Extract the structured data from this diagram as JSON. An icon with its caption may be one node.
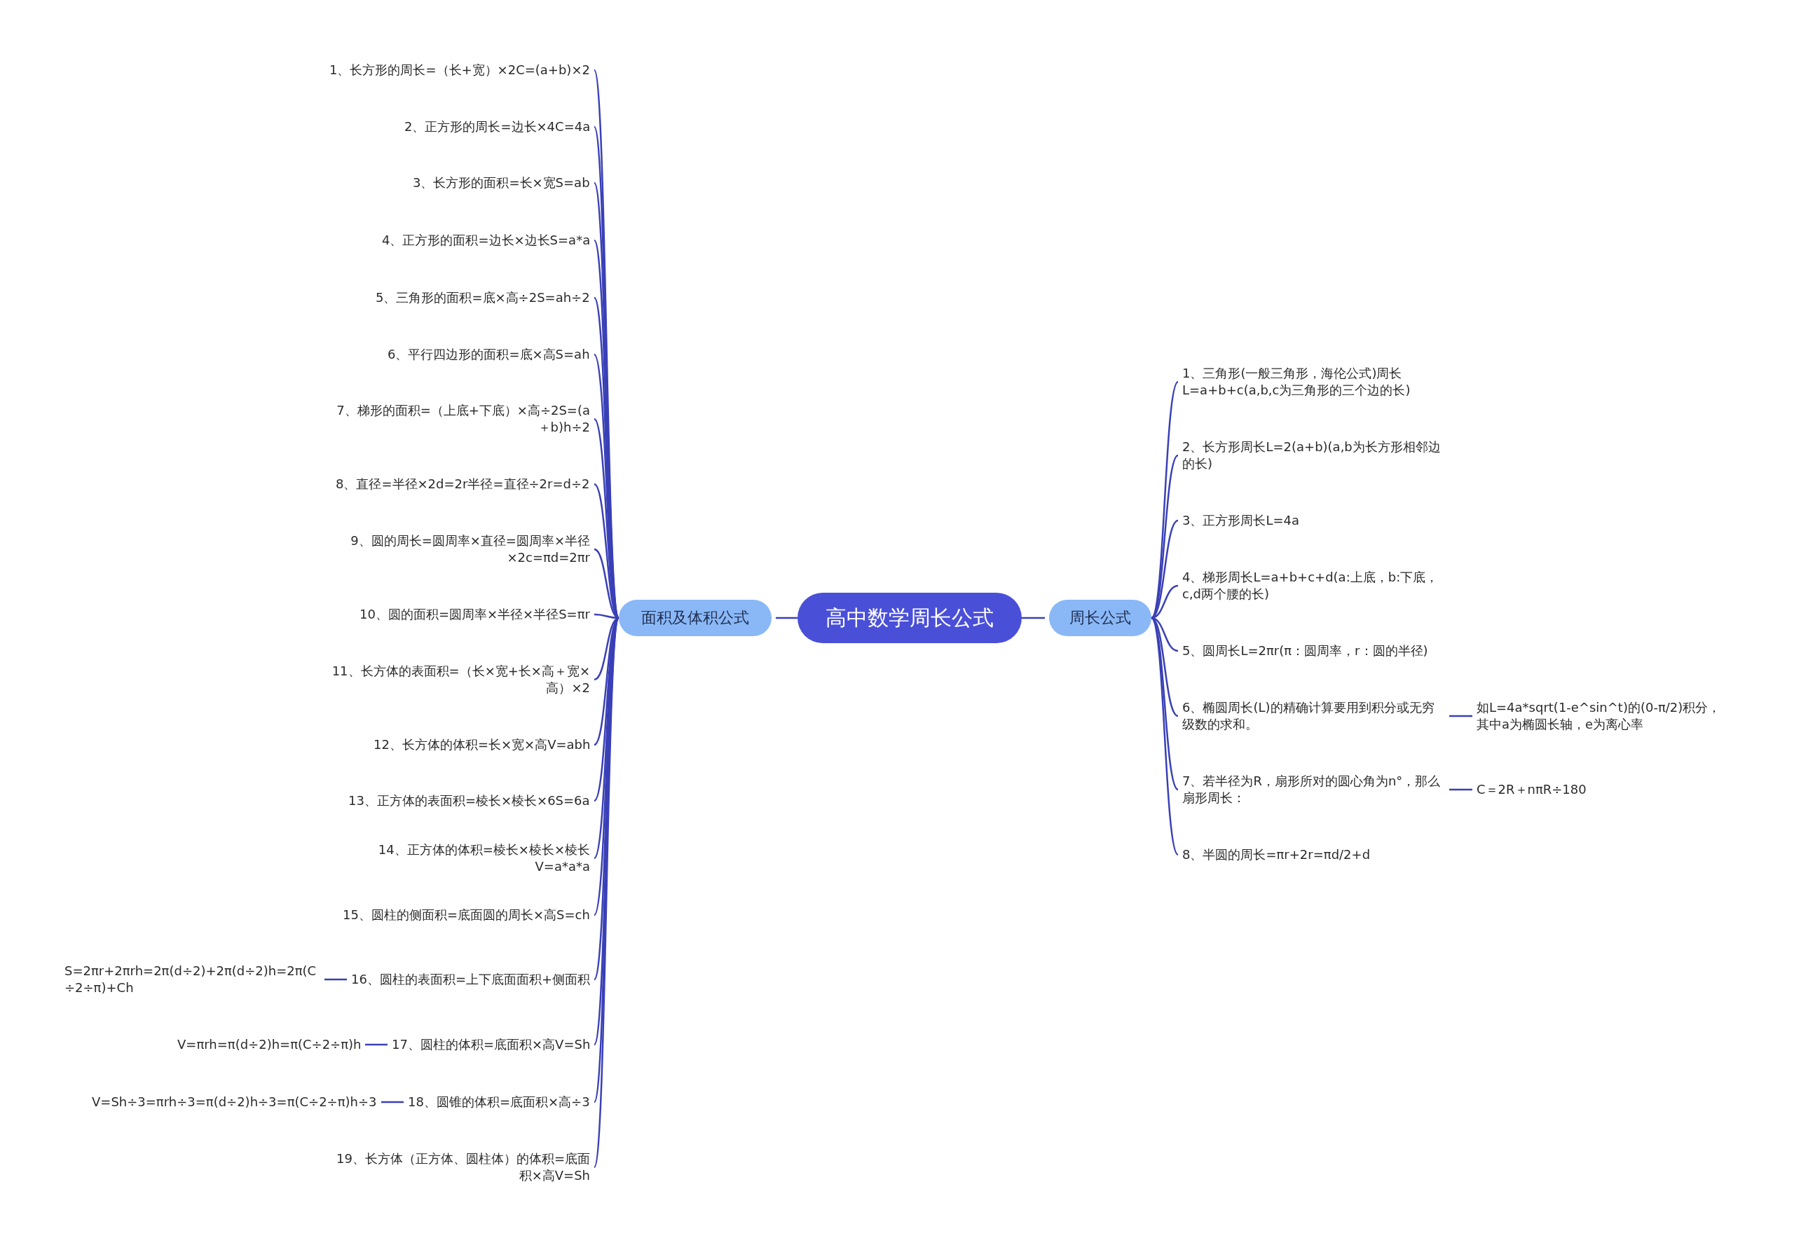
{
  "diagram": {
    "nodes": [
      {
        "text": [
          "高中数学周长公式"
        ]
      },
      {
        "text": [
          "面积及体积公式"
        ]
      },
      {
        "text": [
          "周长公式"
        ]
      },
      {
        "text": [
          "1、长方形的周长=（长+宽）×2C=(a+b)×2"
        ]
      },
      {
        "text": [
          "2、正方形的周长=边长×4C=4a"
        ]
      },
      {
        "text": [
          "3、长方形的面积=长×宽S=ab"
        ]
      },
      {
        "text": [
          "4、正方形的面积=边长×边长S=a*a"
        ]
      },
      {
        "text": [
          "5、三角形的面积=底×高÷2S=ah÷2"
        ]
      },
      {
        "text": [
          "6、平行四边形的面积=底×高S=ah"
        ]
      },
      {
        "text": [
          "7、梯形的面积=（上底+下底）×高÷2S=(a＋b)h÷2"
        ]
      },
      {
        "text": [
          "8、直径=半径×2d=2r半径=直径÷2r=d÷2"
        ]
      },
      {
        "text": [
          "9、圆的周长=圆周率×直径=圆周率×半径×2c=πd=2πr"
        ]
      },
      {
        "text": [
          "10、圆的面积=圆周率×半径×半径S=πr"
        ]
      },
      {
        "text": [
          "11、长方体的表面积=（长×宽+长×高＋宽×高）×2"
        ]
      },
      {
        "text": [
          "12、长方体的体积=长×宽×高V=abh"
        ]
      },
      {
        "text": [
          "13、正方体的表面积=棱长×棱长×6S=6a"
        ]
      },
      {
        "text": [
          "14、正方体的体积=棱长×棱长×棱长V=a*a*a"
        ]
      },
      {
        "text": [
          "15、圆柱的侧面积=底面圆的周长×高S=ch"
        ]
      },
      {
        "text": [
          "16、圆柱的表面积=上下底面面积+侧面积"
        ]
      },
      {
        "text": [
          "17、圆柱的体积=底面积×高V=Sh"
        ]
      },
      {
        "text": [
          "18、圆锥的体积=底面积×高÷3"
        ]
      },
      {
        "text": [
          "19、长方体（正方体、圆柱体）的体积=底面积×高V=Sh"
        ]
      },
      {
        "text": [
          "S=2πr+2πrh=2π(d÷2)+2π(d÷2)h=2π(C÷2÷π)+Ch"
        ]
      },
      {
        "text": [
          "V=πrh=π(d÷2)h=π(C÷2÷π)h"
        ]
      },
      {
        "text": [
          "V=Sh÷3=πrh÷3=π(d÷2)h÷3=π(C÷2÷π)h÷3"
        ]
      },
      {
        "text": [
          "1、三角形(一般三角形，海伦公式)周长L=a+b+c(a,b,c为三角形的三个边的长)"
        ]
      },
      {
        "text": [
          "2、长方形周长L=2(a+b)(a,b为长方形相邻边的长)"
        ]
      },
      {
        "text": [
          "3、正方形周长L=4a"
        ]
      },
      {
        "text": [
          "4、梯形周长L=a+b+c+d(a:上底，b:下底，c,d两个腰的长)"
        ]
      },
      {
        "text": [
          "5、圆周长L=2πr(π：圆周率，r：圆的半径)"
        ]
      },
      {
        "text": [
          "6、椭圆周长(L)的精确计算要用到积分或无穷级数的求和。"
        ]
      },
      {
        "text": [
          "7、若半径为R，扇形所对的圆心角为n°，那么扇形周长："
        ]
      },
      {
        "text": [
          "8、半圆的周长=πr+2r=πd/2+d"
        ]
      },
      {
        "text": [
          "如L=4a*sqrt(1-e^sin^t)的(0-π/2)积分，其中a为椭圆长轴，e为离心率"
        ]
      },
      {
        "text": [
          "C＝2R＋nπR÷180"
        ]
      }
    ],
    "edges": [
      {
        "from": 0,
        "to": 1,
        "arrow": "none"
      },
      {
        "from": 0,
        "to": 2,
        "arrow": "none"
      },
      {
        "from": 1,
        "to": 3,
        "arrow": "none"
      },
      {
        "from": 1,
        "to": 4,
        "arrow": "none"
      },
      {
        "from": 1,
        "to": 5,
        "arrow": "none"
      },
      {
        "from": 1,
        "to": 6,
        "arrow": "none"
      },
      {
        "from": 1,
        "to": 7,
        "arrow": "none"
      },
      {
        "from": 1,
        "to": 8,
        "arrow": "none"
      },
      {
        "from": 1,
        "to": 9,
        "arrow": "none"
      },
      {
        "from": 1,
        "to": 10,
        "arrow": "none"
      },
      {
        "from": 1,
        "to": 11,
        "arrow": "none"
      },
      {
        "from": 1,
        "to": 12,
        "arrow": "none"
      },
      {
        "from": 1,
        "to": 13,
        "arrow": "none"
      },
      {
        "from": 1,
        "to": 14,
        "arrow": "none"
      },
      {
        "from": 1,
        "to": 15,
        "arrow": "none"
      },
      {
        "from": 1,
        "to": 16,
        "arrow": "none"
      },
      {
        "from": 1,
        "to": 17,
        "arrow": "none"
      },
      {
        "from": 1,
        "to": 18,
        "arrow": "none"
      },
      {
        "from": 1,
        "to": 19,
        "arrow": "none"
      },
      {
        "from": 1,
        "to": 20,
        "arrow": "none"
      },
      {
        "from": 1,
        "to": 21,
        "arrow": "none"
      },
      {
        "from": 18,
        "to": 22,
        "arrow": "none"
      },
      {
        "from": 19,
        "to": 23,
        "arrow": "none"
      },
      {
        "from": 20,
        "to": 24,
        "arrow": "none"
      },
      {
        "from": 2,
        "to": 25,
        "arrow": "none"
      },
      {
        "from": 2,
        "to": 26,
        "arrow": "none"
      },
      {
        "from": 2,
        "to": 27,
        "arrow": "none"
      },
      {
        "from": 2,
        "to": 28,
        "arrow": "none"
      },
      {
        "from": 2,
        "to": 29,
        "arrow": "none"
      },
      {
        "from": 2,
        "to": 30,
        "arrow": "none"
      },
      {
        "from": 2,
        "to": 31,
        "arrow": "none"
      },
      {
        "from": 2,
        "to": 32,
        "arrow": "none"
      },
      {
        "from": 30,
        "to": 33,
        "arrow": "none"
      },
      {
        "from": 31,
        "to": 34,
        "arrow": "none"
      }
    ]
  }
}
